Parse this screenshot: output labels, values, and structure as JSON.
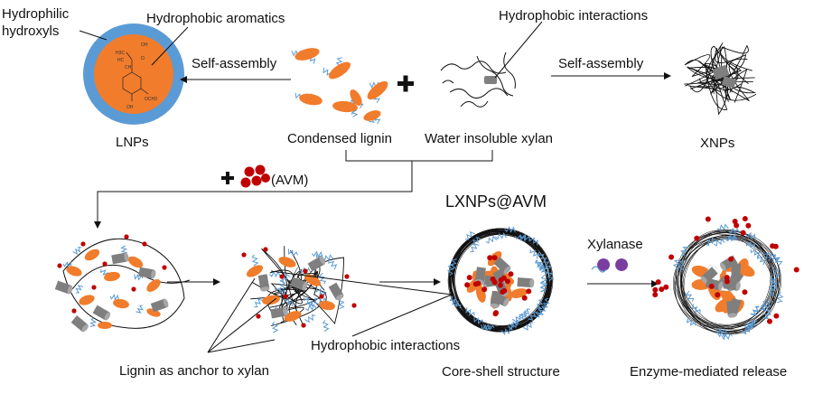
{
  "labels": {
    "hydrophilic_hydroxyls": [
      "Hydrophilic",
      "hydroxyls"
    ],
    "hydrophobic_aromatics": "Hydrophobic aromatics",
    "self_assembly_left": "Self-assembly",
    "self_assembly_right": "Self-assembly",
    "hydrophobic_interactions_top": "Hydrophobic interactions",
    "lnps": "LNPs",
    "condensed_lignin": "Condensed lignin",
    "water_insoluble_xylan": "Water insoluble xylan",
    "xnps": "XNPs",
    "avm": "(AVM)",
    "lxnps_avm": "LXNPs@AVM",
    "xylanase": "Xylanase",
    "hydrophobic_interactions_bottom": "Hydrophobic interactions",
    "lignin_anchor": "Lignin as anchor to xylan",
    "core_shell": "Core-shell structure",
    "enzyme_release": "Enzyme-mediated release"
  },
  "molecule": {
    "atoms": [
      "OH",
      "H3C",
      "HC",
      "O",
      "CH",
      "OH",
      "OCH3"
    ]
  },
  "colors": {
    "lignin_orange": "#f07c2c",
    "shell_blue": "#5b9bd5",
    "xylan_gray": "#7f7f7f",
    "drug_red": "#c00000",
    "enzyme_purple": "#7a3ea1",
    "line": "#111111"
  },
  "icons": [
    "plus-icon",
    "arrow-icon",
    "drug-cluster-icon",
    "xylanase-icon"
  ]
}
